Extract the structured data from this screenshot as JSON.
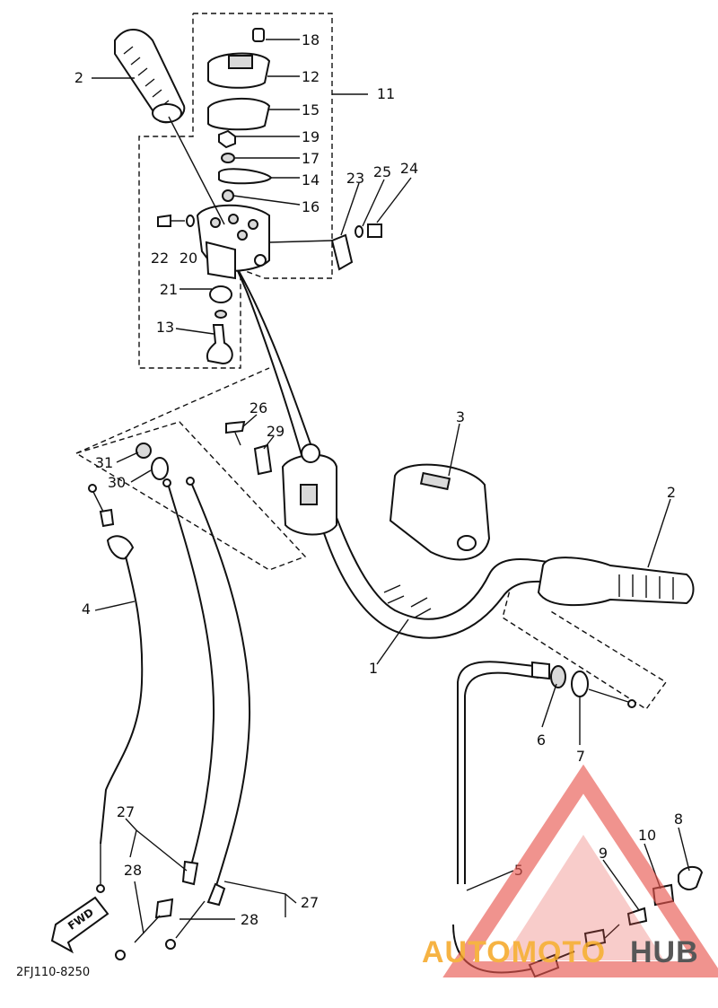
{
  "callouts": {
    "c1": "1",
    "c2a": "2",
    "c2b": "2",
    "c3": "3",
    "c4": "4",
    "c5": "5",
    "c6": "6",
    "c7": "7",
    "c8": "8",
    "c9": "9",
    "c10": "10",
    "c11": "11",
    "c12": "12",
    "c13": "13",
    "c14": "14",
    "c15": "15",
    "c16": "16",
    "c17": "17",
    "c18": "18",
    "c19": "19",
    "c20": "20",
    "c21": "21",
    "c22": "22",
    "c23": "23",
    "c24": "24",
    "c25": "25",
    "c26": "26",
    "c27a": "27",
    "c27b": "27",
    "c28a": "28",
    "c28b": "28",
    "c29": "29",
    "c30": "30",
    "c31": "31"
  },
  "fwd_label": "FWD",
  "ref_code": "2FJ110-8250",
  "watermark": {
    "text_left": "AUTOMOTO",
    "text_right": "HUB",
    "color_left": "#f5a623",
    "color_right": "#3a3a3a",
    "logo_color": "#e8554e"
  }
}
